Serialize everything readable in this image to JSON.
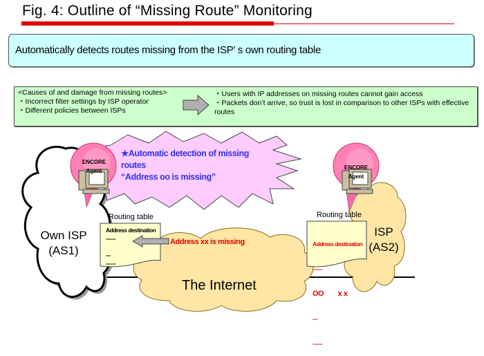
{
  "header": {
    "title": "Fig. 4: Outline of “Missing Route” Monitoring"
  },
  "summary": {
    "text": "Automatically detects routes missing from the ISP’ s own routing table"
  },
  "causes": {
    "heading": "<Causes of and damage from missing routes>",
    "items": [
      "・Incorrect filter settings by ISP operator",
      "・Different policies between ISPs"
    ]
  },
  "damage": {
    "items": [
      "・Users with IP addresses on missing routes cannot gain access",
      "・Packets don’t arrive, so trust is lost in comparison to other ISPs with effective routes"
    ]
  },
  "detection_burst": {
    "line1": "★Automatic detection of missing",
    "line2": "routes",
    "line3": "“Address oo is missing”"
  },
  "agents": [
    {
      "brand": "ENCORE",
      "label": "Agent"
    },
    {
      "brand": "ENCORE",
      "label": "Agent"
    }
  ],
  "own_isp": {
    "line1": "Own ISP",
    "line2": "(AS1)",
    "routing_table": {
      "title": "Routing table",
      "header": "Address destination",
      "rows": [
        "------",
        "",
        "---",
        "------"
      ]
    }
  },
  "other_isp": {
    "line1": "ISP",
    "line2": "(AS2)",
    "routing_table": {
      "title": "Routing table",
      "header": "Address destination",
      "rows": [
        "------",
        "OO        x x",
        "---",
        "------"
      ]
    }
  },
  "missing_notice": "Address xx is missing",
  "internet": {
    "label": "The Internet"
  },
  "colors": {
    "accent_red": "#e00000",
    "summary_bg": "#ccffff",
    "causes_bg": "#ccffcc",
    "burst_bg": "#ffccff",
    "cloud_bg": "#ffe6a6",
    "table_bg": "#ffffcc",
    "detection_text": "#3333ee"
  }
}
